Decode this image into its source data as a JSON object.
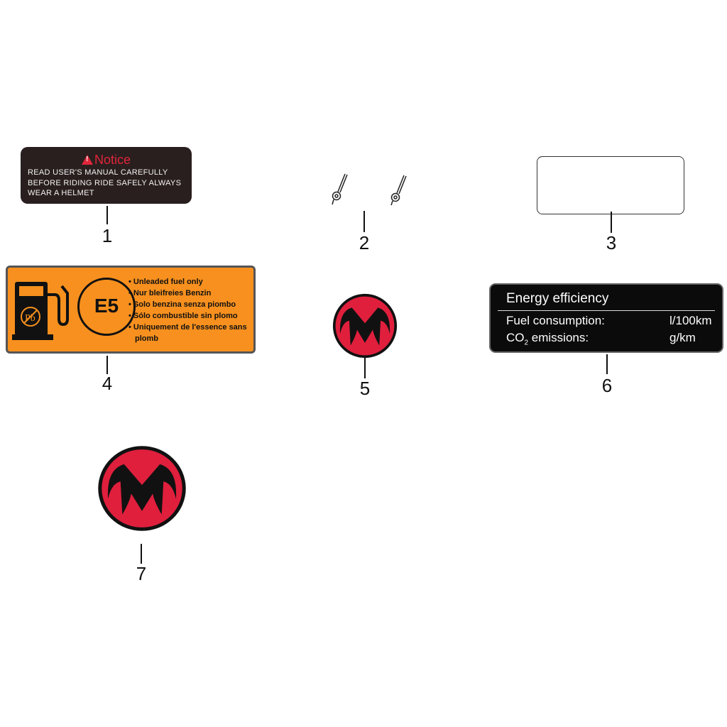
{
  "notice": {
    "title": "Notice",
    "lines": [
      "READ USER'S MANUAL CAREFULLY",
      "BEFORE RIDING RIDE SAFELY ALWAYS",
      "WEAR A HELMET"
    ]
  },
  "fuel_label": {
    "badge": "E5",
    "lines": [
      "• Unleaded fuel only",
      "• Nur bleifreies Benzin",
      "• Solo benzina senza piombo",
      "• Sólo combustible sin plomo",
      "• Uniquement de l'essence sans",
      "plomb"
    ],
    "color": "#f7901e"
  },
  "energy_label": {
    "title": "Energy efficiency",
    "fuel_label": "Fuel consumption:",
    "fuel_unit": "l/100km",
    "co2_prefix": "CO",
    "co2_sub": "2",
    "co2_label": " emissions:",
    "co2_unit": "g/km"
  },
  "logo_color": "#e01f3d",
  "callouts": [
    "1",
    "2",
    "3",
    "4",
    "5",
    "6",
    "7"
  ]
}
